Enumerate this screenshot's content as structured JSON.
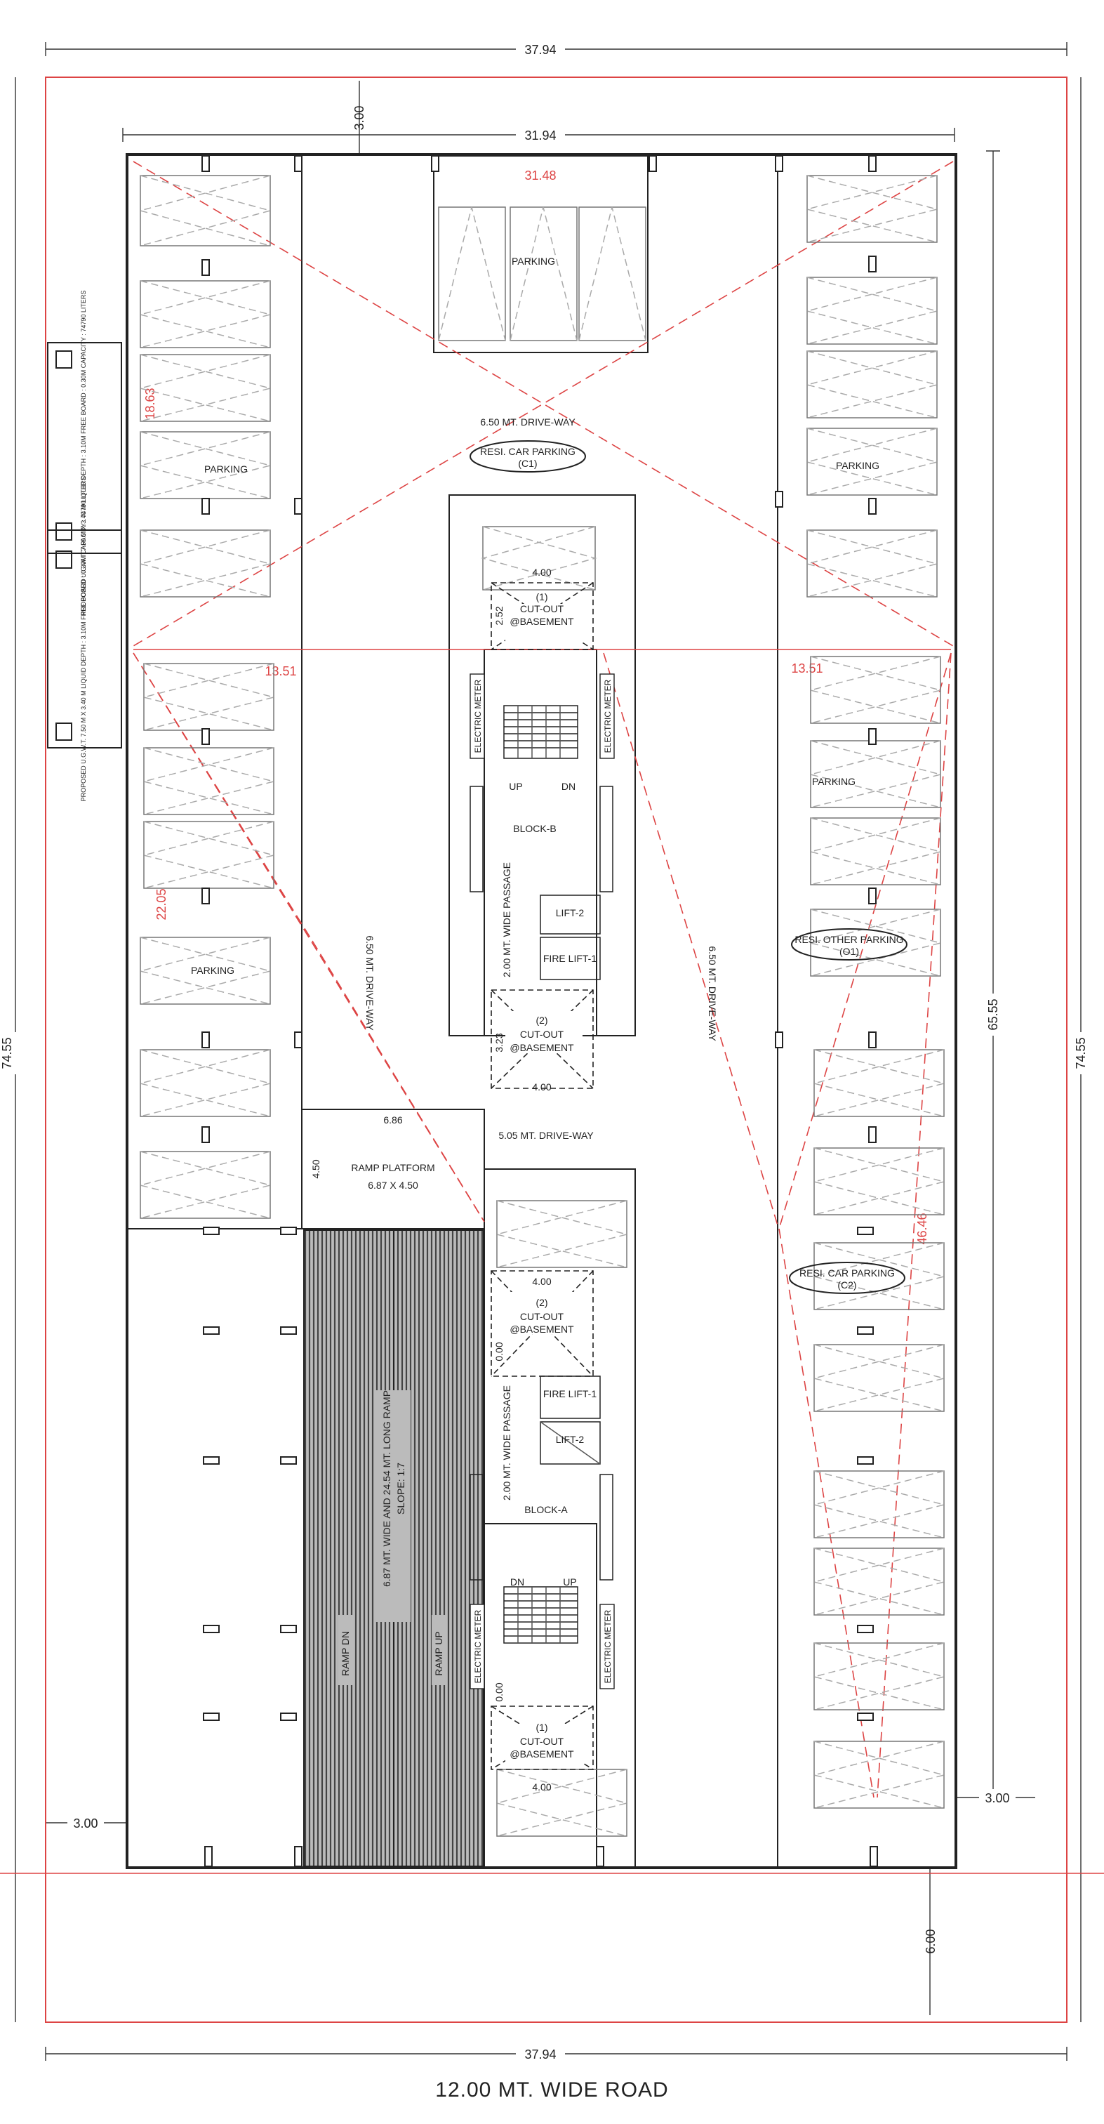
{
  "road_label": "12.00 MT. WIDE ROAD",
  "dimensions": {
    "top_overall": "37.94",
    "bottom_overall": "37.94",
    "inner_top": "31.94",
    "setback_top": "3.00",
    "left_overall": "74.55",
    "right_overall": "74.55",
    "right_inner": "65.55",
    "setback_left": "3.00",
    "setback_right": "3.00",
    "setback_bottom": "6.00",
    "ramp_width": "6.86",
    "ramp_height": "4.50",
    "cutout_width_1": "4.00",
    "cutout_width_2": "4.00",
    "cutout_width_3": "4.00",
    "cutout_width_4": "4.00",
    "cutout_depth_1": "2.52",
    "cutout_depth_2": "3.23",
    "cutout_depth_3": "0.00",
    "cutout_depth_4": "0.00"
  },
  "red_dims": {
    "top": "31.48",
    "left_upper": "18.63",
    "left_mid": "13.51",
    "right_mid": "13.51",
    "left_lower": "22.05",
    "right_lower": "46.46"
  },
  "tank_labels": {
    "tank_1": "PROPOSED U.G.W.T. 7.50 M X 3.40 M LIQUID DEPTH : 3.10M FREE BOARD : 0.30M CAPACITY : 74790 LITERS",
    "tank_2": "PROPOSED U.G.W.T. 7.50 M X 3.40 M LIQUID DEPTH : 3.10M FREE BOARD : 0.30M CAPACITY : 74790 LITERS"
  },
  "labels": {
    "parking_top": "PARKING",
    "parking_left_1": "PARKING",
    "parking_right_1": "PARKING",
    "parking_right_2": "PARKING",
    "parking_left_2": "PARKING",
    "driveway_top": "6.50 MT. DRIVE-WAY",
    "resi_car_c1_line1": "RESI. CAR PARKING",
    "resi_car_c1_line2": "(C1)",
    "resi_other_line1": "RESI. OTHER PARKING",
    "resi_other_line2": "(O1)",
    "resi_car_c2_line1": "RESI. CAR PARKING",
    "resi_car_c2_line2": "(C2)",
    "driveway_left_vertical": "6.50 MT. DRIVE-WAY",
    "driveway_right_vertical": "6.50 MT. DRIVE-WAY",
    "driveway_mid": "5.05 MT. DRIVE-WAY",
    "ramp_platform_line1": "RAMP PLATFORM",
    "ramp_platform_line2": "6.87 X 4.50",
    "ramp_long": "6.87 MT. WIDE AND 24.54 MT. LONG RAMP",
    "ramp_slope": "SLOPE: 1:7",
    "ramp_dn": "RAMP DN",
    "ramp_up": "RAMP UP",
    "block_b": "BLOCK-B",
    "block_a": "BLOCK-A",
    "passage_b": "2.00 MT. WIDE PASSAGE",
    "passage_a": "2.00 MT. WIDE PASSAGE",
    "lift_2_b": "LIFT-2",
    "fire_lift_b": "FIRE LIFT-1",
    "lift_2_a": "LIFT-2",
    "fire_lift_a": "FIRE LIFT-1",
    "up_b": "UP",
    "dn_b": "DN",
    "dn_a": "DN",
    "up_a": "UP",
    "electric_meter": "ELECTRIC METER",
    "cutout_1_num": "(1)",
    "cutout_2_num": "(2)",
    "cutout_3_num": "(2)",
    "cutout_4_num": "(1)",
    "cutout_text": "CUT-OUT",
    "basement_text": "@BASEMENT"
  }
}
